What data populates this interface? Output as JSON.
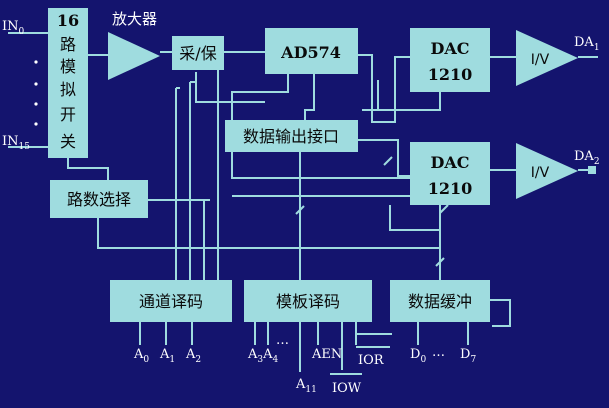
{
  "colors": {
    "background": "#14146e",
    "block_fill": "#9fdcdf",
    "wire": "#9fdcdf",
    "label": "#ffffff",
    "block_text": "#0a0a0a"
  },
  "inputs": {
    "in0": "IN",
    "in0_sub": "0",
    "in15": "IN",
    "in15_sub": "15"
  },
  "blocks": {
    "mux": [
      "16",
      "路",
      "模",
      "拟",
      "开",
      "关"
    ],
    "amp_label": "放大器",
    "sample_hold": "采/保",
    "adc": "AD574",
    "data_out": "数据输出接口",
    "dac1": [
      "DAC",
      "1210"
    ],
    "dac2": [
      "DAC",
      "1210"
    ],
    "iv1": "I/V",
    "iv2": "I/V",
    "route_select": "路数选择",
    "channel_decode": "通道译码",
    "board_decode": "模板译码",
    "data_buffer": "数据缓冲"
  },
  "outputs": {
    "da1": "DA",
    "da1_sub": "1",
    "da2": "DA",
    "da2_sub": "2"
  },
  "signals": {
    "a0": "A",
    "a0_sub": "0",
    "a1": "A",
    "a1_sub": "1",
    "a2": "A",
    "a2_sub": "2",
    "a3a4": "A",
    "a3_sub": "3",
    "a4": "A",
    "a4_sub": "4",
    "a11": "A",
    "a11_sub": "11",
    "aen": "AEN",
    "ior": "IOR",
    "iow": "IOW",
    "d0": "D",
    "d0_sub": "0",
    "d7": "D",
    "d7_sub": "7",
    "dots": "…"
  }
}
